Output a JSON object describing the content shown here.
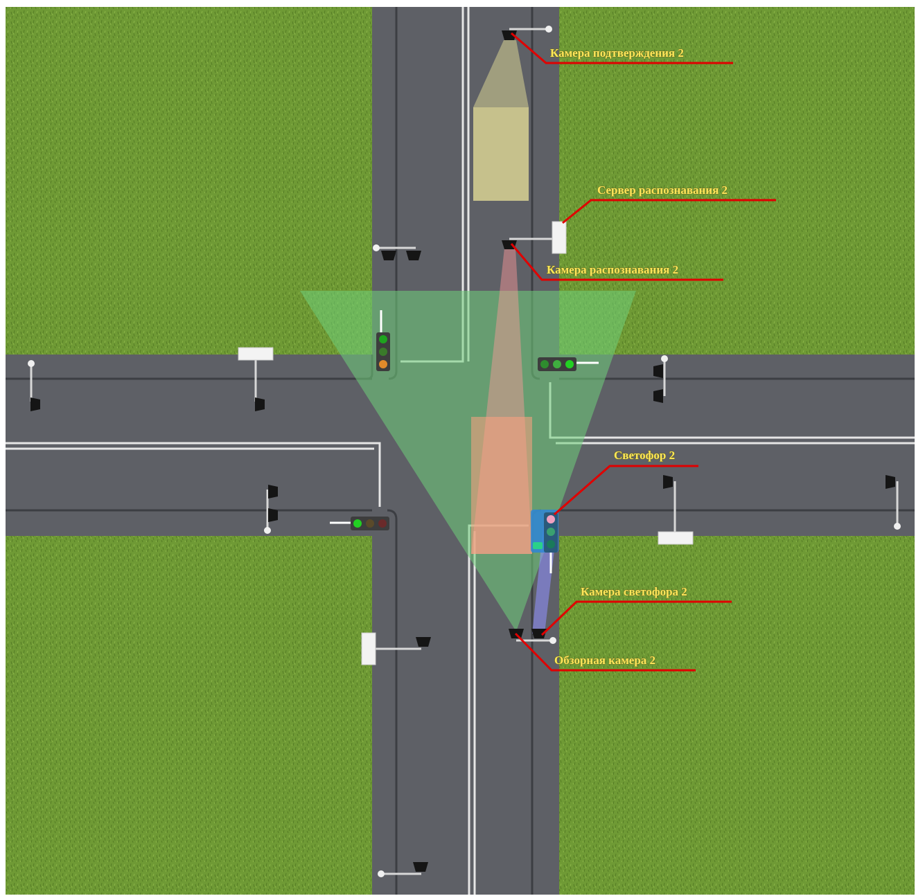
{
  "labels": {
    "confirm_camera": "Камера подтверждения 2",
    "recognition_server": "Сервер распознавания 2",
    "recognition_camera": "Камера распознавания 2",
    "traffic_light": "Светофор 2",
    "traffic_light_camera": "Камера светофора 2",
    "overview_camera": "Обзорная камера 2"
  },
  "colors": {
    "grass": "#6f9a35",
    "road": "#5e6066",
    "curb": "#3c3e43",
    "marking": "#e6e6e6",
    "callout_line": "#e00000",
    "label_text": "#ffe85a",
    "overview_fov": "#6fd07a",
    "recognition_fov": "#ff8e8e",
    "confirm_fov": "#f2eb9c",
    "light_fov": "#8e8ef5",
    "selected_light": "#2f86d6"
  },
  "icons": {
    "camera": "camera-icon",
    "lamp_pole": "lamp-pole-icon",
    "server": "server-icon",
    "traffic_light": "traffic-light-icon"
  }
}
